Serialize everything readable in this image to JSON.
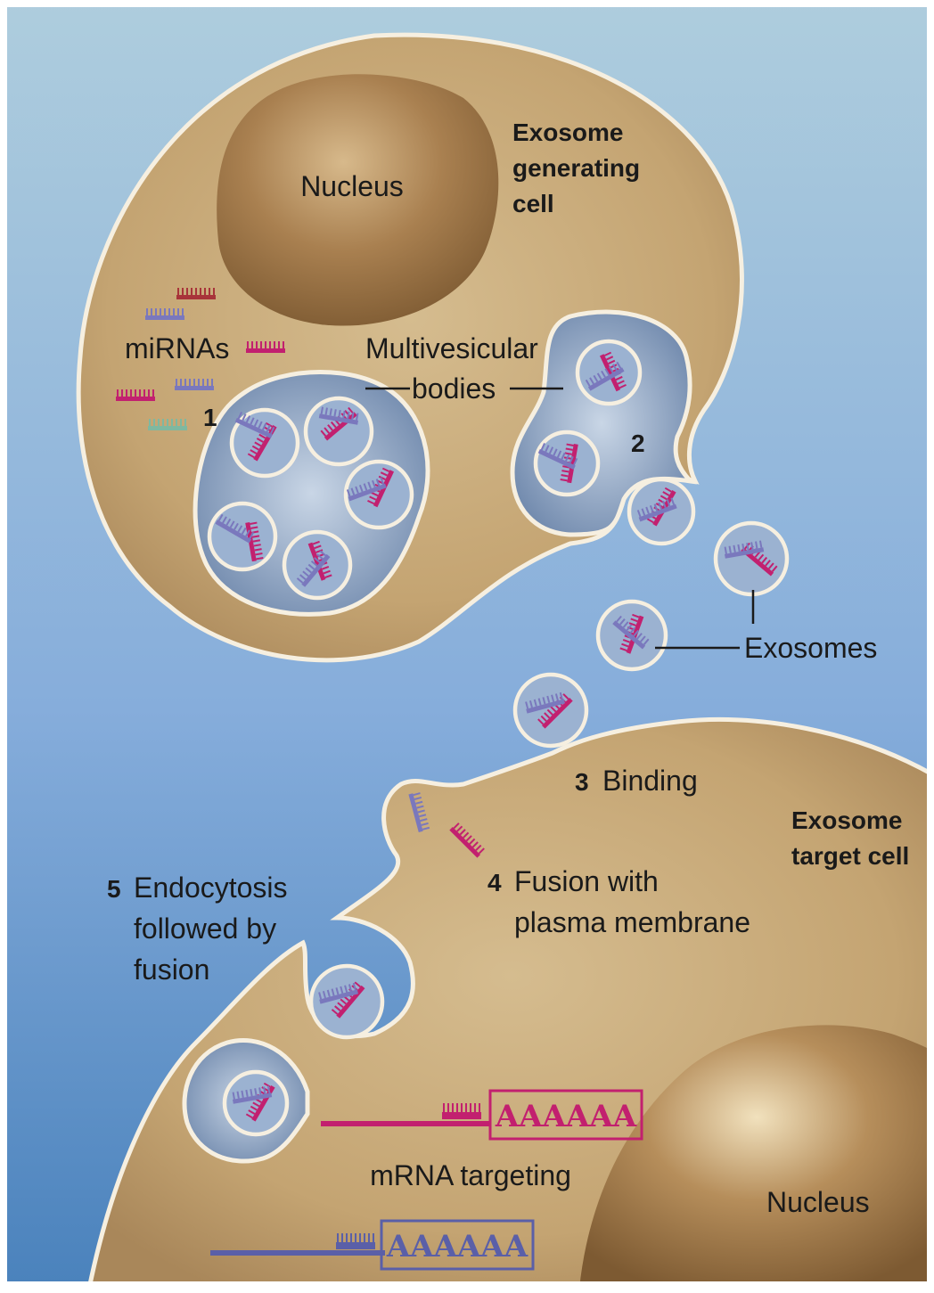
{
  "labels": {
    "nucleus_top": "Nucleus",
    "generating_cell": [
      "Exosome",
      "generating",
      "cell"
    ],
    "mirnas": "miRNAs",
    "mvb": [
      "Multivesicular",
      "bodies"
    ],
    "step1": "1",
    "step2": "2",
    "exosomes": "Exosomes",
    "step3_num": "3",
    "step3": "Binding",
    "target_cell": [
      "Exosome",
      "target cell"
    ],
    "step4_num": "4",
    "step4": [
      "Fusion with",
      "plasma membrane"
    ],
    "step5_num": "5",
    "step5": [
      "Endocytosis",
      "followed by",
      "fusion"
    ],
    "mrna_targeting": "mRNA targeting",
    "nucleus_bottom": "Nucleus",
    "polyA_1": "AAAAAA",
    "polyA_2": "AAAAAA"
  },
  "colors": {
    "background_top": "#a9c8da",
    "background_bottom": "#4f86bd",
    "cytoplasm": "#c7a877",
    "nucleus": "#9a7347",
    "membrane": "#f6efe0",
    "vesicle": "#9bb2d1",
    "mirna_magenta": "#c2206f",
    "mirna_purple": "#7a78bd",
    "mirna_red": "#a8343a",
    "mirna_green": "#7fb8a0"
  }
}
